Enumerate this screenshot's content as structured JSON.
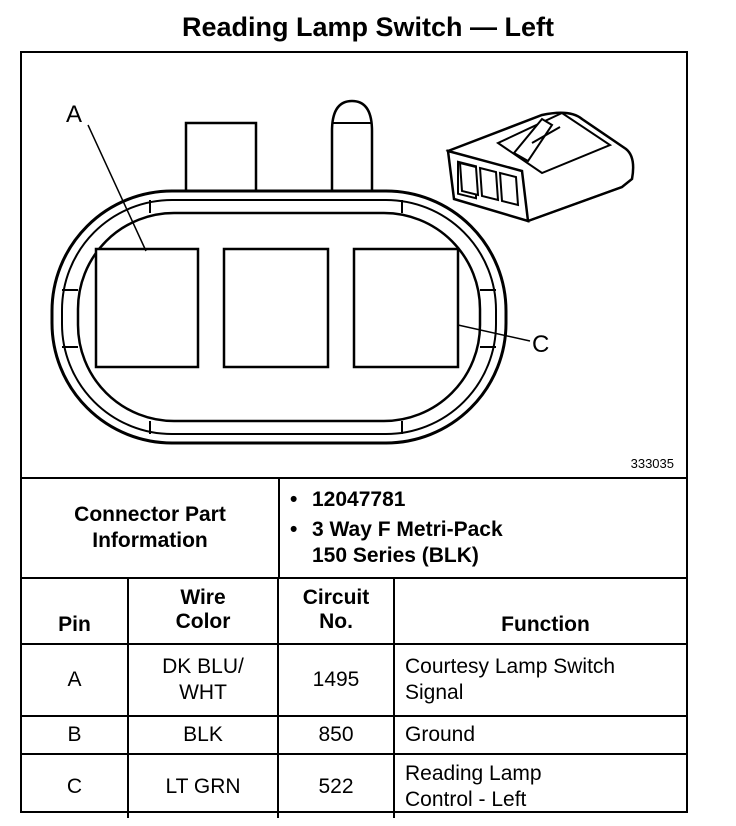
{
  "title": "Reading Lamp Switch — Left",
  "figure": {
    "callout_a": "A",
    "callout_c": "C",
    "figure_number": "333035"
  },
  "connector_info": {
    "label_line1": "Connector Part",
    "label_line2": "Information",
    "items": [
      {
        "bullet": "•",
        "line1": "12047781",
        "line2": ""
      },
      {
        "bullet": "•",
        "line1": "3 Way F Metri-Pack",
        "line2": "150 Series (BLK)"
      }
    ]
  },
  "pin_table": {
    "headers": {
      "pin": "Pin",
      "wire_color_1": "Wire",
      "wire_color_2": "Color",
      "circuit_1": "Circuit",
      "circuit_2": "No.",
      "function": "Function"
    },
    "rows": [
      {
        "pin": "A",
        "wire_1": "DK BLU/",
        "wire_2": "WHT",
        "circuit": "1495",
        "function_1": "Courtesy Lamp Switch",
        "function_2": "Signal"
      },
      {
        "pin": "B",
        "wire_1": "BLK",
        "wire_2": "",
        "circuit": "850",
        "function_1": "Ground",
        "function_2": ""
      },
      {
        "pin": "C",
        "wire_1": "LT GRN",
        "wire_2": "",
        "circuit": "522",
        "function_1": "Reading Lamp",
        "function_2": "Control - Left"
      }
    ]
  }
}
